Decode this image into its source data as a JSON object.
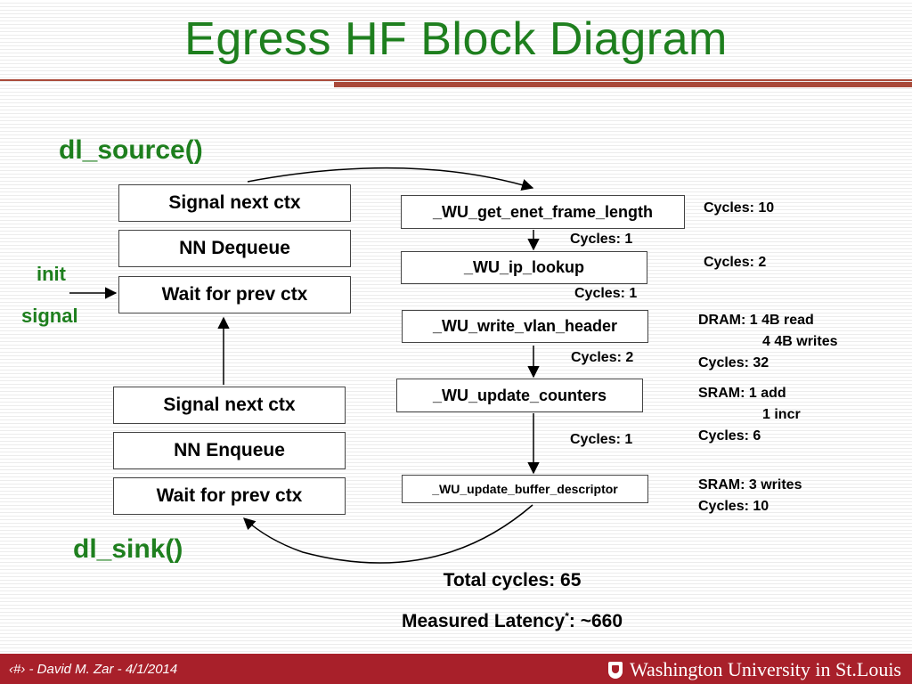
{
  "slide": {
    "title": "Egress HF Block Diagram",
    "source_label": "dl_source()",
    "sink_label": "dl_sink()",
    "init_label": "init",
    "signal_label": "signal"
  },
  "left_blocks": {
    "source": [
      "Signal next ctx",
      "NN Dequeue",
      "Wait for prev ctx"
    ],
    "sink": [
      "Signal next ctx",
      "NN Enqueue",
      "Wait for prev ctx"
    ]
  },
  "wu_blocks": [
    "_WU_get_enet_frame_length",
    "_WU_ip_lookup",
    "_WU_write_vlan_header",
    "_WU_update_counters",
    "_WU_update_buffer_descriptor"
  ],
  "transition_cycles": [
    "Cycles: 1",
    "Cycles: 1",
    "Cycles: 2",
    "Cycles: 1"
  ],
  "block_notes": [
    [
      "Cycles: 10"
    ],
    [
      "Cycles: 2"
    ],
    [
      "DRAM: 1 4B read",
      "4 4B writes",
      "Cycles: 32"
    ],
    [
      "SRAM: 1 add",
      "1 incr",
      "Cycles: 6"
    ],
    [
      "SRAM: 3 writes",
      "Cycles: 10"
    ]
  ],
  "totals": {
    "total_cycles": "Total cycles: 65",
    "latency_label": "Measured Latency",
    "latency_mark": "*",
    "latency_value": ": ~660"
  },
  "footer": {
    "left": "‹#› -  David M. Zar - 4/1/2014",
    "right": "Washington University in St.Louis"
  },
  "colors": {
    "title_green": "#1e7f1e",
    "rule_red": "#a94a3a",
    "footer_red": "#a8202a"
  }
}
